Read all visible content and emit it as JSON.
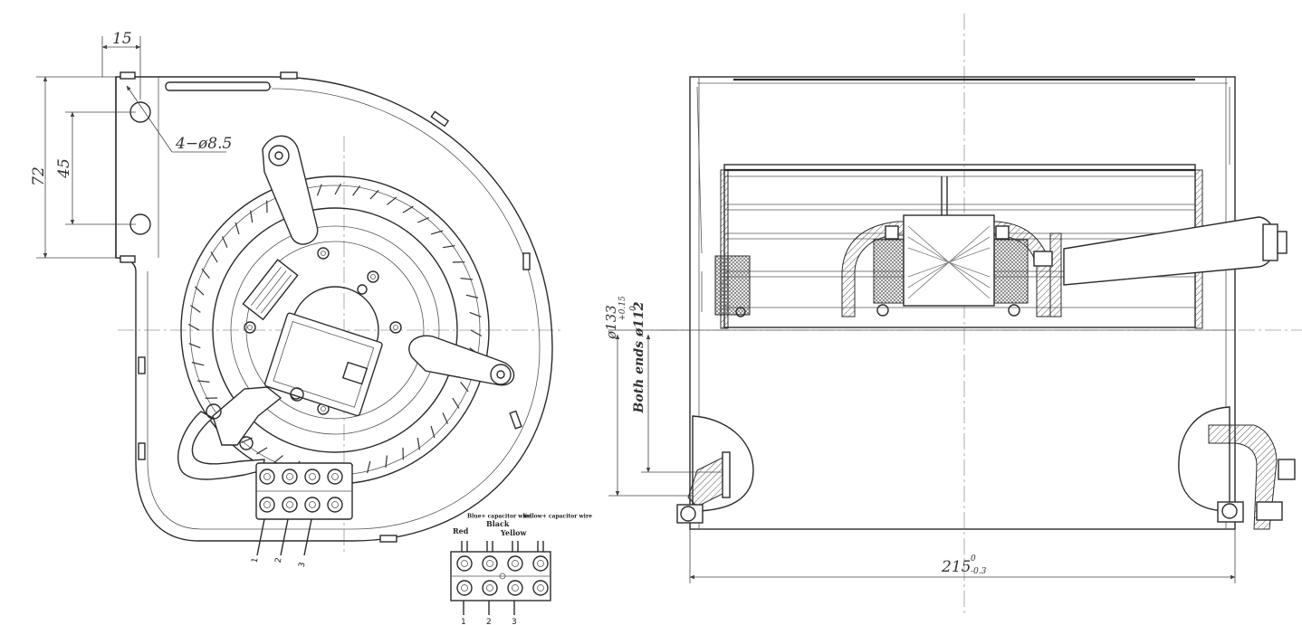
{
  "diagram": {
    "front_view": {
      "dims": {
        "top_offset": "15",
        "height_total": "72",
        "hole_spacing": "45",
        "hole_callout": "4−ø8.5"
      },
      "terminal_wires": [
        "1",
        "2",
        "3"
      ]
    },
    "side_view": {
      "dims": {
        "outer_dia": "ø133",
        "both_ends": "Both ends ø112",
        "both_ends_tol_upper": "+0.15",
        "both_ends_tol_lower": "0",
        "width": "215",
        "width_tol_upper": "0",
        "width_tol_lower": "-0.3"
      }
    },
    "wiring_legend": {
      "labels": [
        "Red",
        "Blue+ capacitor wire",
        "Yellow",
        "Black",
        "Yellow+ capacitor wire"
      ],
      "terminals": [
        "1",
        "2",
        "3"
      ]
    }
  }
}
